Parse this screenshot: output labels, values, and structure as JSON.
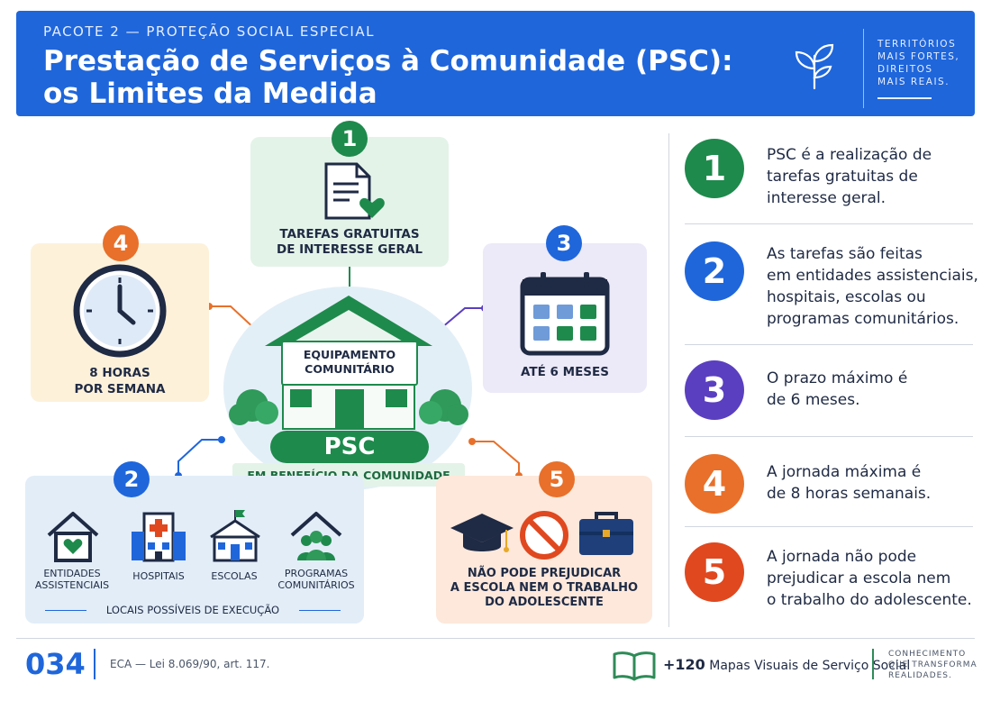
{
  "header": {
    "kicker": "PACOTE 2 — PROTEÇÃO SOCIAL ESPECIAL",
    "title_line1": "Prestação de Serviços à Comunidade (PSC):",
    "title_line2": "os Limites da Medida",
    "slogan": [
      "TERRITÓRIOS",
      "MAIS FORTES,",
      "DIREITOS",
      "MAIS REAIS."
    ],
    "icon": "sprout-icon"
  },
  "diagram": {
    "center": {
      "building_label_1": "EQUIPAMENTO",
      "building_label_2": "COMUNITÁRIO",
      "badge": "PSC",
      "caption": "EM BENEFÍCIO DA COMUNIDADE"
    },
    "box1": {
      "number": "1",
      "line1": "TAREFAS GRATUITAS",
      "line2": "DE INTERESSE GERAL",
      "icon": "document-heart-icon",
      "color": "#1e8a4c"
    },
    "box2": {
      "number": "2",
      "color": "#1f66db",
      "items": [
        {
          "label1": "ENTIDADES",
          "label2": "ASSISTENCIAIS",
          "icon": "house-heart-icon"
        },
        {
          "label1": "HOSPITAIS",
          "label2": "",
          "icon": "hospital-icon"
        },
        {
          "label1": "ESCOLAS",
          "label2": "",
          "icon": "school-icon"
        },
        {
          "label1": "PROGRAMAS",
          "label2": "COMUNITÁRIOS",
          "icon": "community-icon"
        }
      ],
      "caption": "LOCAIS POSSÍVEIS DE EXECUÇÃO"
    },
    "box3": {
      "number": "3",
      "label": "ATÉ 6 MESES",
      "icon": "calendar-icon",
      "color": "#5a3fc0"
    },
    "box4": {
      "number": "4",
      "line1": "8 HORAS",
      "line2": "POR SEMANA",
      "icon": "clock-icon",
      "color": "#e8702a"
    },
    "box5": {
      "number": "5",
      "line1": "NÃO PODE PREJUDICAR",
      "line2": "A ESCOLA NEM O TRABALHO",
      "line3": "DO ADOLESCENTE",
      "icons": [
        "graduation-cap-icon",
        "prohibited-icon",
        "briefcase-icon"
      ],
      "color": "#e8702a"
    }
  },
  "list": [
    {
      "number": "1",
      "color": "#1e8a4c",
      "lines": [
        "PSC é a realização de",
        "tarefas gratuitas de",
        "interesse geral."
      ]
    },
    {
      "number": "2",
      "color": "#1f66db",
      "lines": [
        "As tarefas são feitas",
        "em entidades assistenciais,",
        "hospitais, escolas ou",
        "programas comunitários."
      ]
    },
    {
      "number": "3",
      "color": "#5a3fc0",
      "lines": [
        "O prazo máximo é",
        "de 6 meses."
      ]
    },
    {
      "number": "4",
      "color": "#e8702a",
      "lines": [
        "A jornada máxima é",
        "de 8 horas semanais."
      ]
    },
    {
      "number": "5",
      "color": "#e0481f",
      "lines": [
        "A jornada não pode",
        "prejudicar a escola nem",
        "o trabalho do adolescente."
      ]
    }
  ],
  "footer": {
    "page": "034",
    "citation": "ECA — Lei 8.069/90, art. 117.",
    "brand_bold": "+120",
    "brand_rest": " Mapas Visuais de Serviço Social",
    "brand_icon": "open-book-icon",
    "tagline": [
      "CONHECIMENTO",
      "QUE TRANSFORMA",
      "REALIDADES."
    ]
  }
}
